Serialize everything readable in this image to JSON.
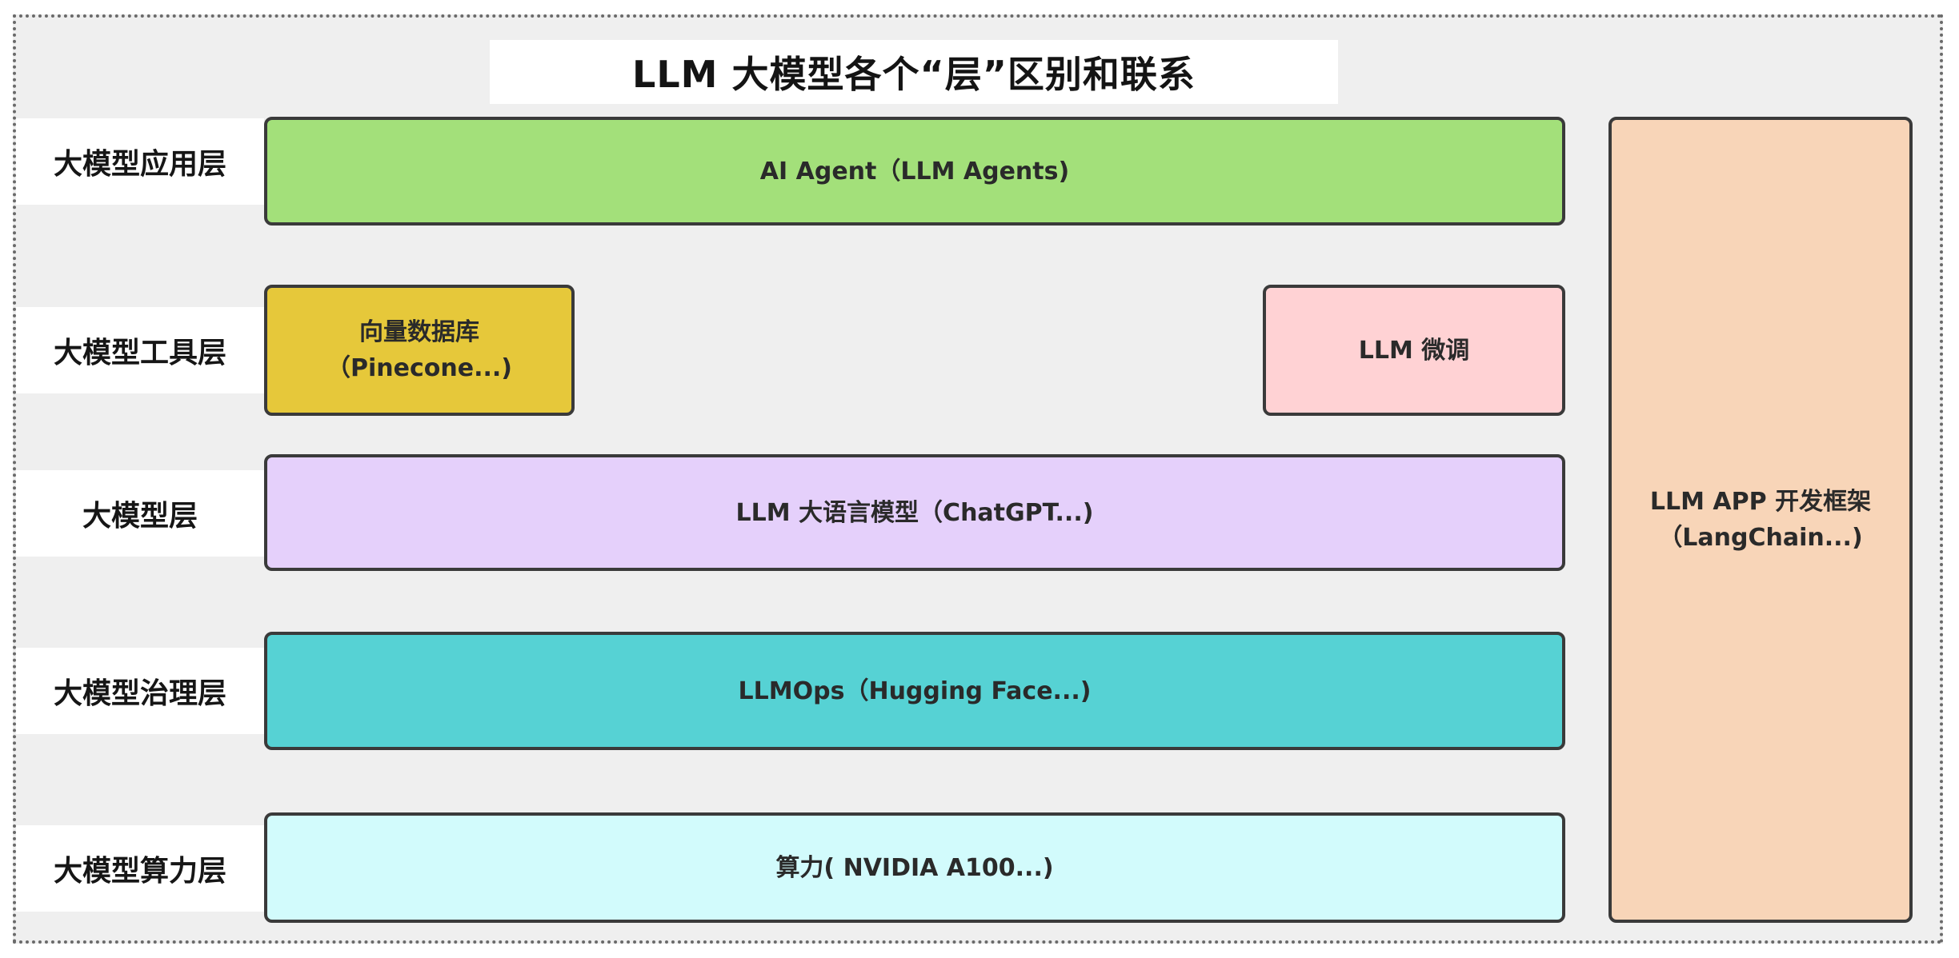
{
  "title": "LLM 大模型各个“层”区别和联系",
  "layers": {
    "application": {
      "label": "大模型应用层",
      "box": "AI Agent（LLM Agents)",
      "color": "#a3e07a"
    },
    "tools": {
      "label": "大模型工具层",
      "vector_db_line1": "向量数据库",
      "vector_db_line2": "（Pinecone...)",
      "vector_db_color": "#e6c83a",
      "finetune": "LLM 微调",
      "finetune_color": "#ffd2d4"
    },
    "model": {
      "label": "大模型层",
      "box": "LLM 大语言模型（ChatGPT...)",
      "color": "#e5d0fb"
    },
    "governance": {
      "label": "大模型治理层",
      "box": "LLMOps（Hugging Face...)",
      "color": "#56d2d4"
    },
    "compute": {
      "label": "大模型算力层",
      "box": "算力( NVIDIA A100...)",
      "color": "#d2fbfc"
    }
  },
  "framework": {
    "line1": "LLM APP 开发框架",
    "line2": "（LangChain...)",
    "color": "#f8d5b8"
  }
}
